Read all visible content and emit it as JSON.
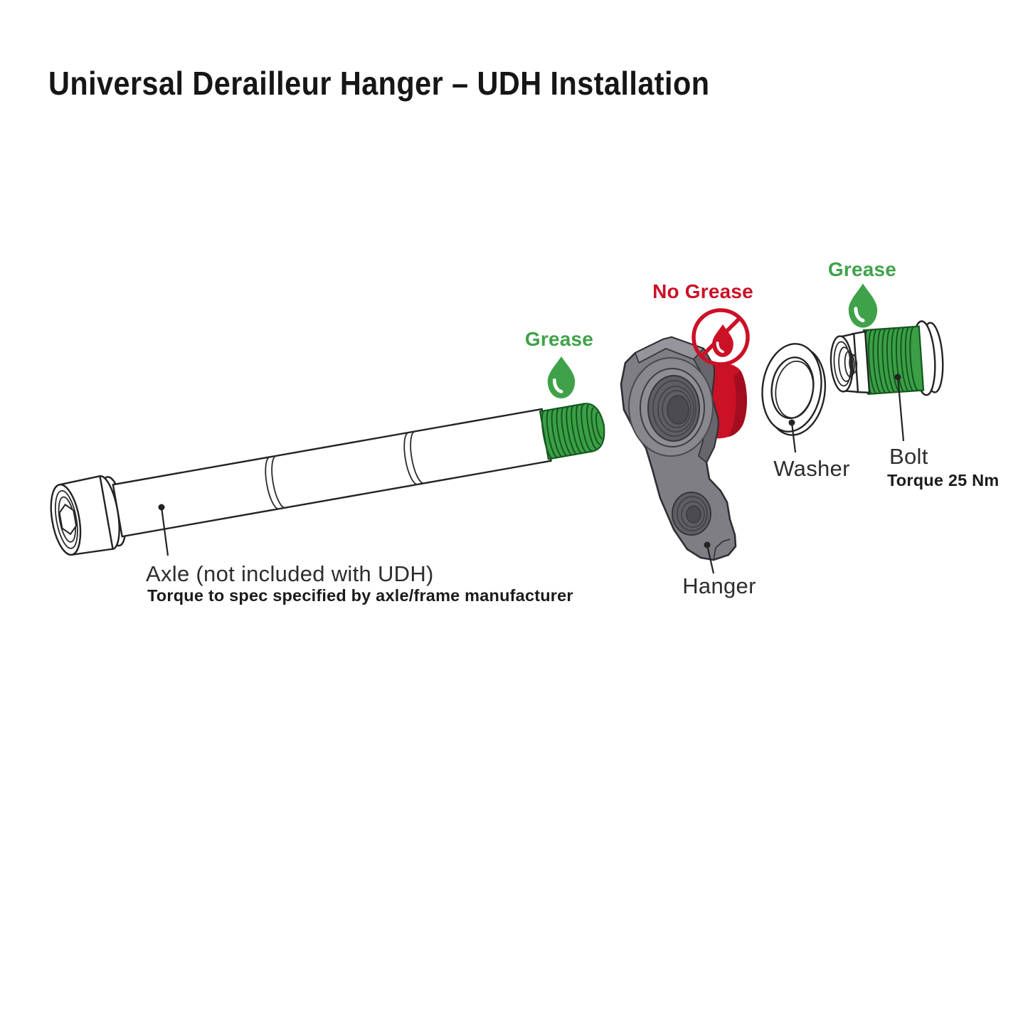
{
  "page": {
    "title": "Universal Derailleur Hanger – UDH Installation",
    "background": "#FFFFFF"
  },
  "colors": {
    "grease_green": "#3FA24A",
    "thread_green": "#3B9F46",
    "thread_green_dark": "#14581F",
    "no_grease_red": "#CB1126",
    "no_grease_red_dark": "#A30D20",
    "outline": "#232323",
    "hanger_gray": "#7E7E84",
    "hanger_gray_light": "#95959B",
    "hanger_gray_dark": "#66666C",
    "hanger_outline": "#2F2F34",
    "label_text": "#2D2D2D",
    "note_text": "#1B1B1B"
  },
  "icons": {
    "grease_droplet_axle": "green-droplet",
    "grease_droplet_bolt": "green-droplet",
    "no_grease": "red-droplet-in-crossed-circle"
  },
  "annotations": {
    "grease_axle": {
      "label": "Grease"
    },
    "no_grease": {
      "label": "No Grease"
    },
    "grease_bolt": {
      "label": "Grease"
    },
    "axle": {
      "label": "Axle (not included with UDH)",
      "note": "Torque to spec specified by axle/frame manufacturer"
    },
    "hanger": {
      "label": "Hanger"
    },
    "washer": {
      "label": "Washer"
    },
    "bolt": {
      "label": "Bolt",
      "note": "Torque 25 Nm"
    }
  }
}
